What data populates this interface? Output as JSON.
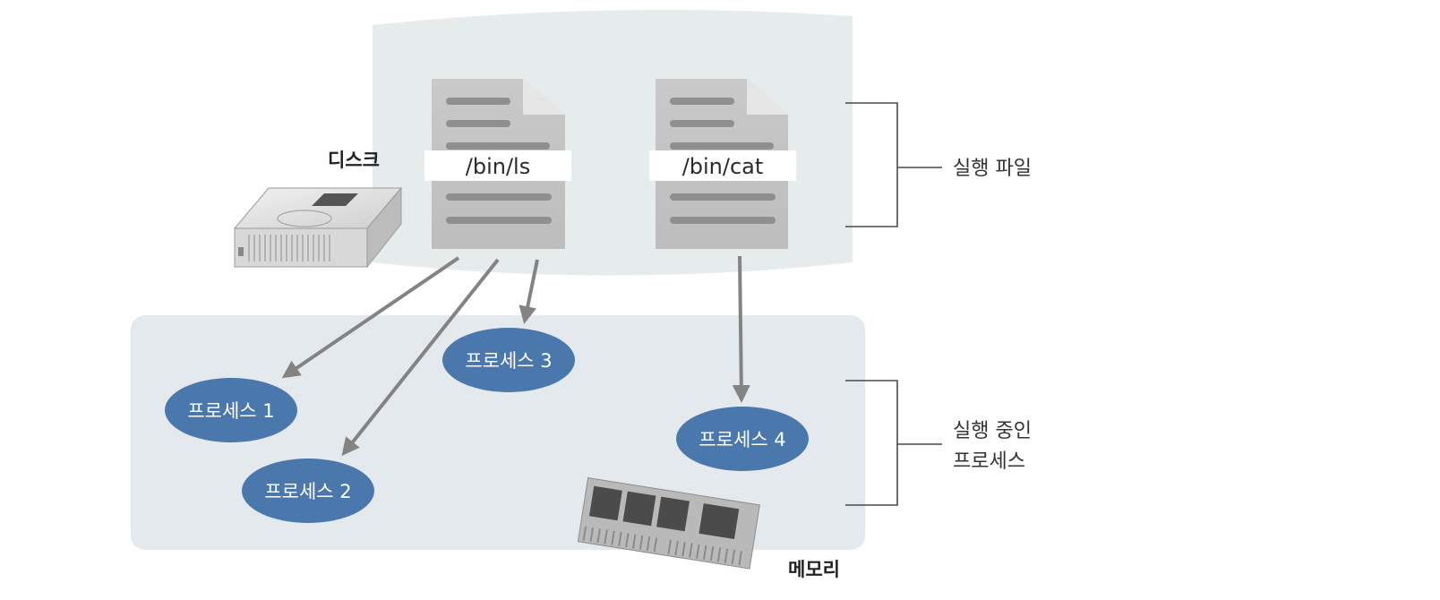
{
  "labels": {
    "disk": "디스크",
    "memory": "메모리",
    "executable_files": "실행 파일",
    "running_processes_line1": "실행 중인",
    "running_processes_line2": "프로세스"
  },
  "files": [
    {
      "name": "/bin/ls"
    },
    {
      "name": "/bin/cat"
    }
  ],
  "processes": [
    {
      "label": "프로세스 1"
    },
    {
      "label": "프로세스 2"
    },
    {
      "label": "프로세스 3"
    },
    {
      "label": "프로세스 4"
    }
  ],
  "colors": {
    "process_fill": "#4a77ac",
    "panel_fill": "#e5ebee",
    "arrow": "#838383",
    "file_body": "#c7c7c7",
    "file_lines": "#8f8f8f"
  }
}
